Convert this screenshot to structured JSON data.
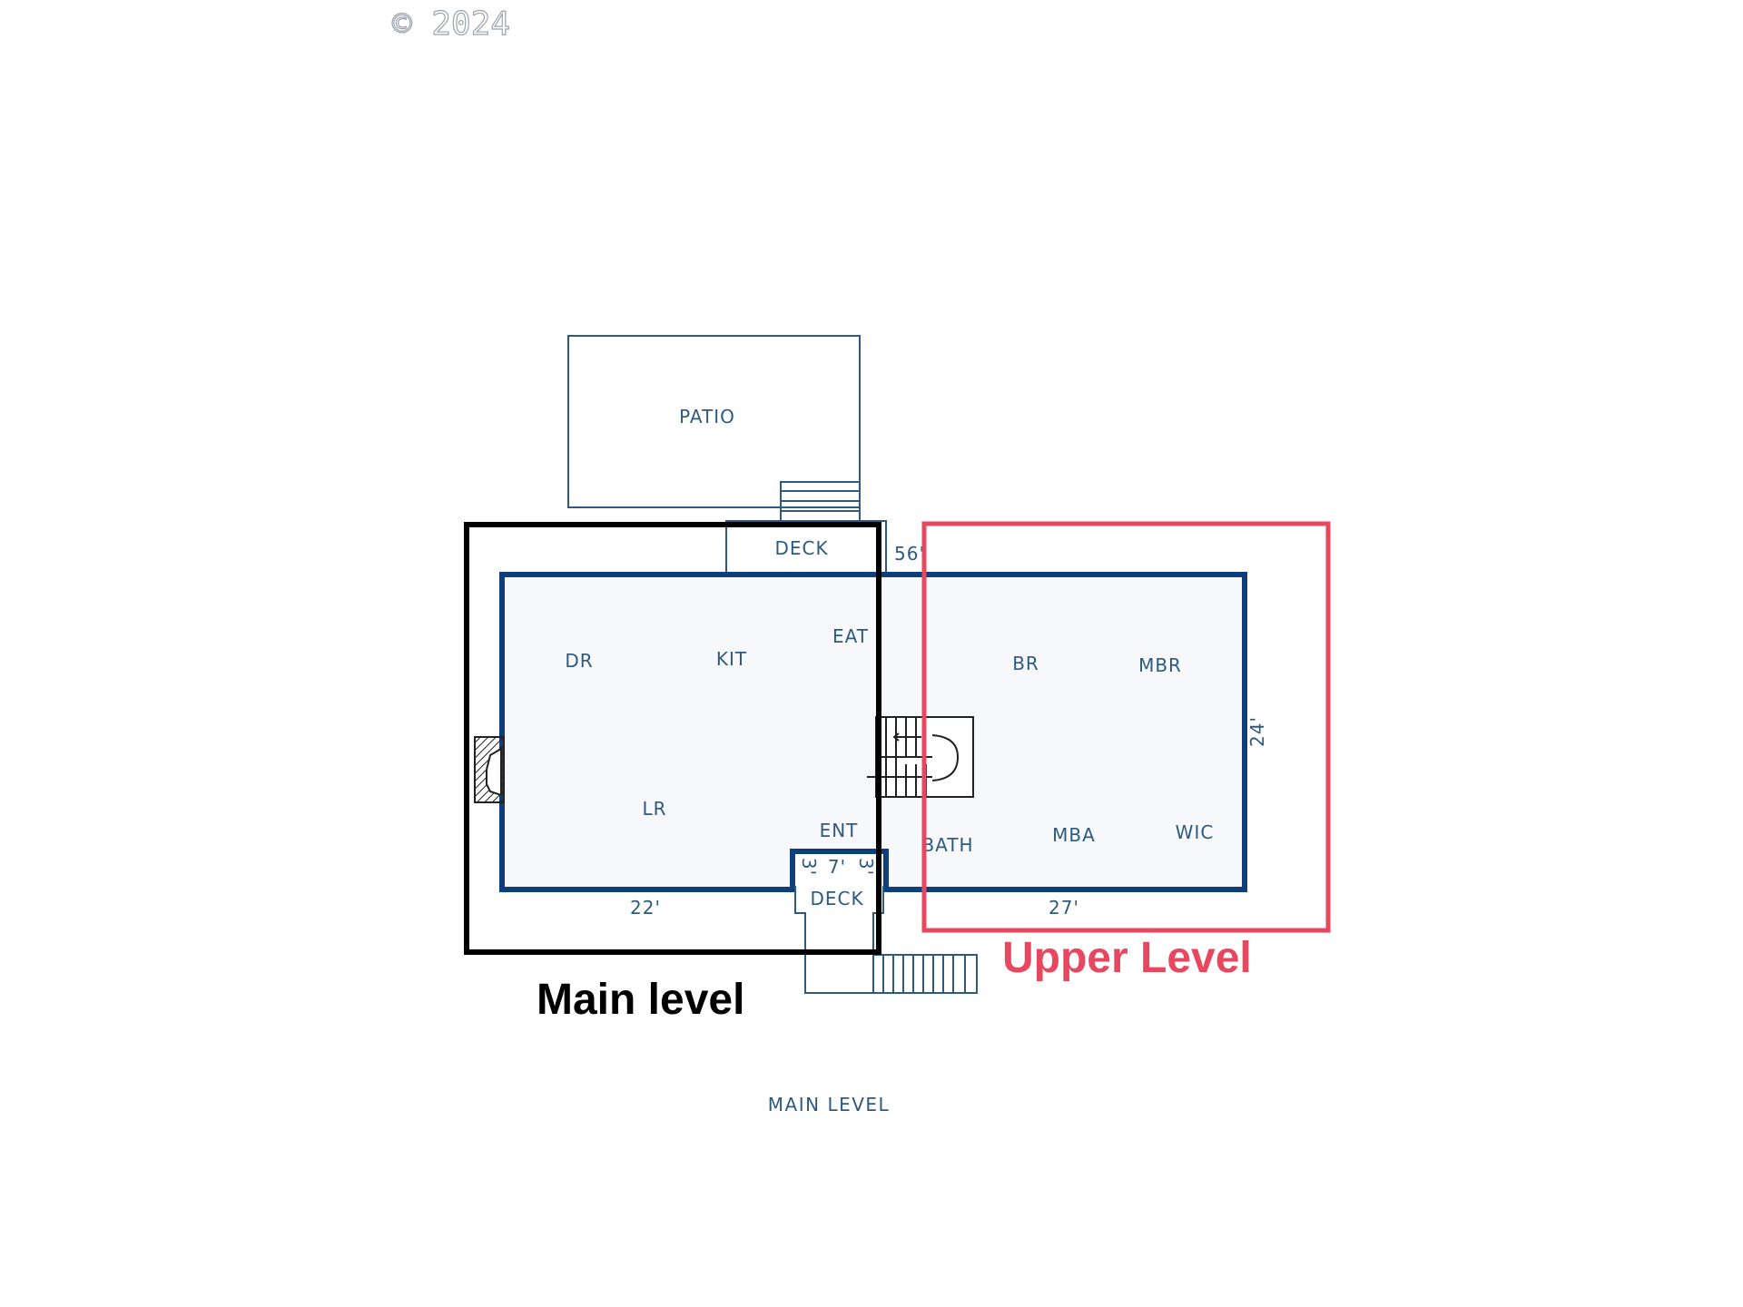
{
  "copyright": "© 2024",
  "rooms": {
    "patio": "PATIO",
    "deck_top": "DECK",
    "dr": "DR",
    "kit": "KIT",
    "eat": "EAT",
    "lr": "LR",
    "ent": "ENT",
    "deck_bottom": "DECK",
    "br": "BR",
    "mbr": "MBR",
    "bath": "BATH",
    "mba": "MBA",
    "wic": "WIC"
  },
  "dimensions": {
    "total_width": "56'",
    "depth": "24'",
    "left_width": "22'",
    "right_width": "27'",
    "deck_width": "7'",
    "deck_side_left": "3'",
    "deck_side_right": "3'"
  },
  "annotations": {
    "main_level": "Main level",
    "upper_level": "Upper Level"
  },
  "caption": "MAIN LEVEL",
  "colors": {
    "wall": "#0e3f7a",
    "thin_line": "#2e5a80",
    "floor_fill": "#f6f8fb",
    "main_box": "#000000",
    "upper_box": "#e8485f"
  }
}
